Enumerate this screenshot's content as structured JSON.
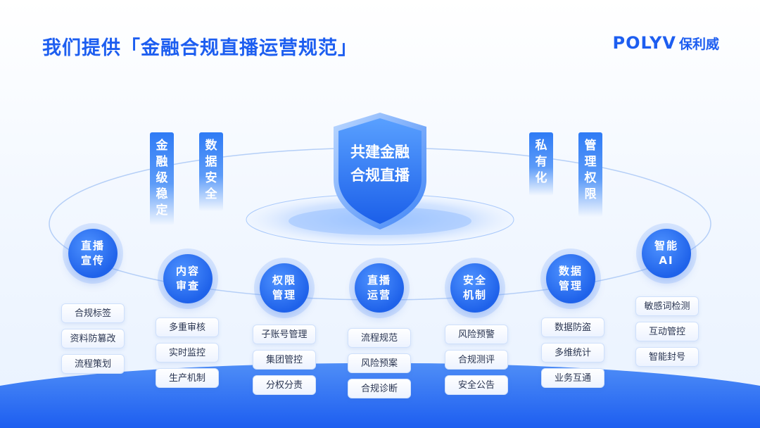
{
  "header": {
    "title": "我们提供「金融合规直播运营规范」"
  },
  "logo": {
    "brand": "POLYV",
    "cn": "保利威"
  },
  "center": {
    "line1": "共建金融",
    "line2": "合规直播"
  },
  "pillars": [
    {
      "label": "金融级稳定"
    },
    {
      "label": "数据安全"
    },
    {
      "label": "私有化"
    },
    {
      "label": "管理权限"
    }
  ],
  "nodes": [
    {
      "label": "直播宣传",
      "items": [
        "合规标签",
        "资料防篡改",
        "流程策划"
      ]
    },
    {
      "label": "内容审查",
      "items": [
        "多重审核",
        "实时监控",
        "生产机制"
      ]
    },
    {
      "label": "权限管理",
      "items": [
        "子账号管理",
        "集团管控",
        "分权分责"
      ]
    },
    {
      "label": "直播运营",
      "items": [
        "流程规范",
        "风险预案",
        "合规诊断"
      ]
    },
    {
      "label": "安全机制",
      "items": [
        "风险预警",
        "合规测评",
        "安全公告"
      ]
    },
    {
      "label": "数据管理",
      "items": [
        "数据防盗",
        "多维统计",
        "业务互通"
      ]
    },
    {
      "label": "智能AI",
      "items": [
        "敏感词检测",
        "互动管控",
        "智能封号"
      ]
    }
  ]
}
